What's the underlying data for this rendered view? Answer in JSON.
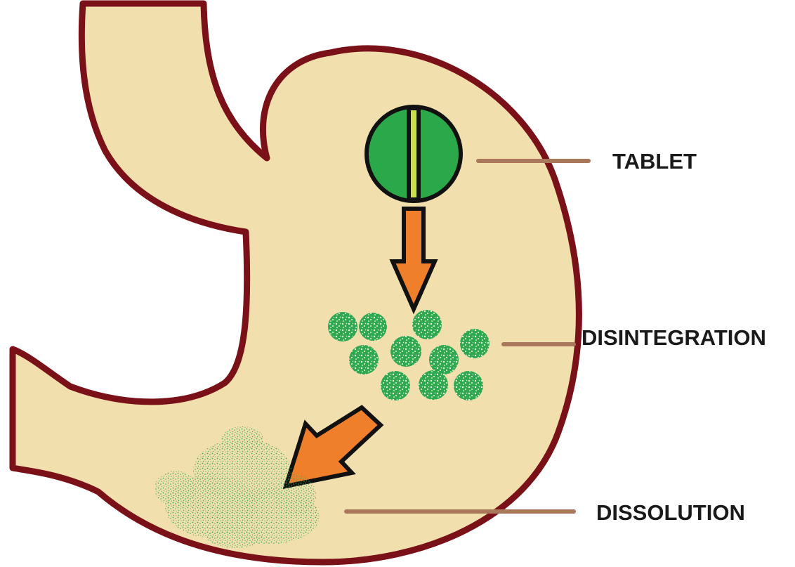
{
  "colors": {
    "stomach_fill": "#f1e0ad",
    "stomach_outline": "#7a1118",
    "tablet_green": "#2aa84a",
    "tablet_score": "#c9e04a",
    "granule_green": "#2fa84f",
    "arrow_fill": "#f07f2c",
    "arrow_outline": "#111111",
    "leader_line": "#a9775a",
    "label_text": "#1a1a1a"
  },
  "labels": {
    "tablet": "TABLET",
    "disintegration": "DISINTEGRATION",
    "dissolution": "DISSOLUTION"
  },
  "icons": {
    "tablet": "tablet-icon",
    "granules": "granule-icon",
    "dissolved_cloud": "dissolved-particles-icon",
    "arrow_down": "arrow-down-icon",
    "arrow_down_left": "arrow-down-left-icon"
  }
}
